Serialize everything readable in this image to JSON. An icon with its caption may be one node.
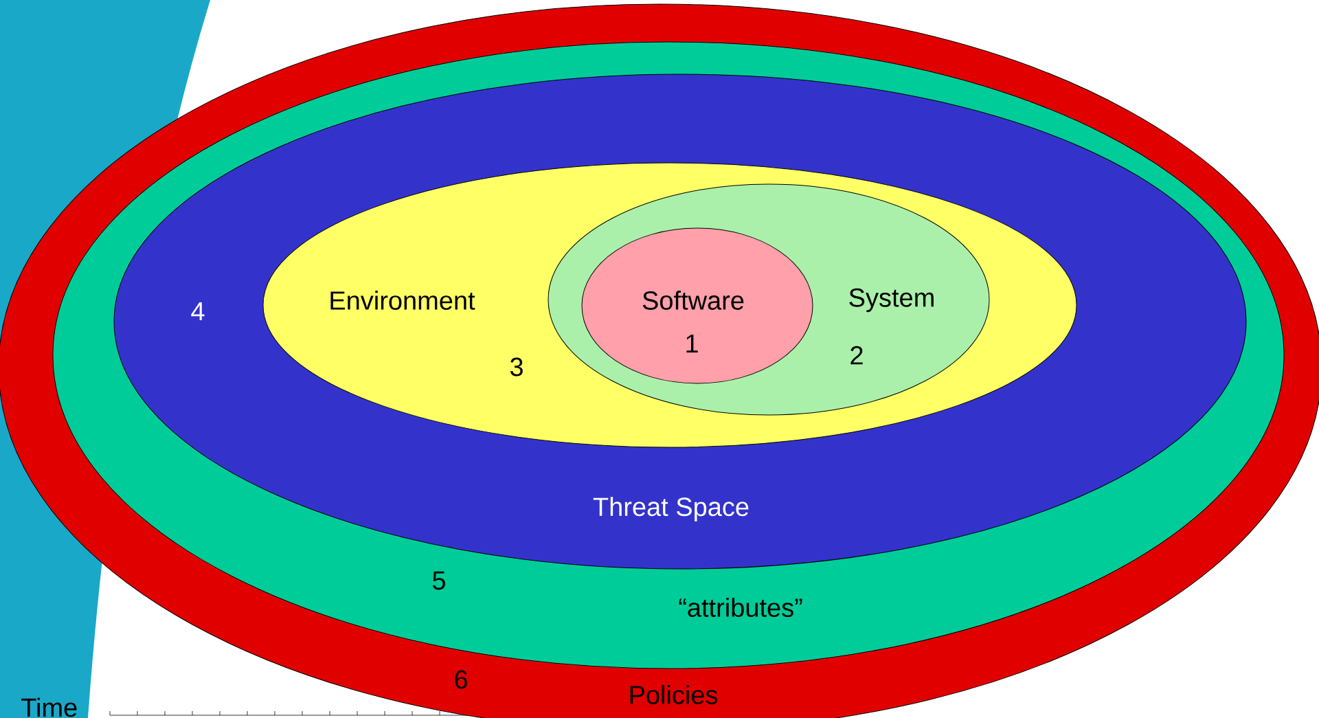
{
  "diagram": {
    "nodes": [
      {
        "text": [
          "Policies",
          "6"
        ]
      },
      {
        "text": [
          "“attributes”",
          "5"
        ],
        "in": 0
      },
      {
        "text": [
          "Threat Space",
          "4"
        ],
        "in": 1
      },
      {
        "text": [
          "Environment",
          "3"
        ],
        "in": 2
      },
      {
        "text": [
          "System",
          "2"
        ],
        "in": 3
      },
      {
        "text": [
          "Software",
          "1"
        ],
        "in": 4
      }
    ],
    "labels": [
      "Time"
    ]
  }
}
